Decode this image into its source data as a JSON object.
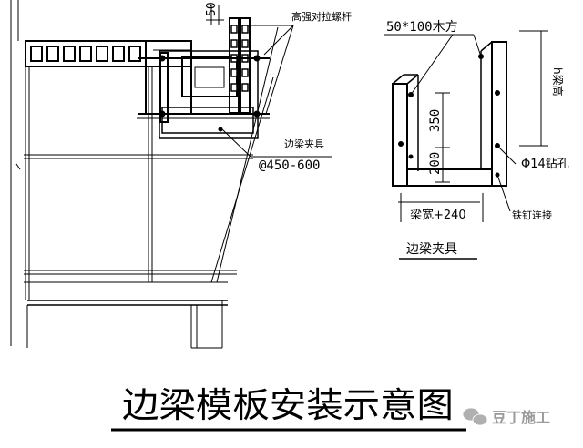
{
  "drawing": {
    "title": "边梁模板安装示意图",
    "left_view": {
      "dim_top": "50",
      "label_bolt": "高强对拉螺杆",
      "label_clamp": "边梁夹具",
      "label_spacing": "@450-600"
    },
    "right_view": {
      "label_timber": "50*100木方",
      "label_beam_height": "h梁高",
      "dim_upper": "350",
      "dim_lower": "200",
      "label_hole": "Φ14钻孔",
      "label_width": "梁宽+240",
      "label_nail": "铁钉连接",
      "caption": "边梁夹具"
    },
    "watermark": "豆丁施工"
  }
}
